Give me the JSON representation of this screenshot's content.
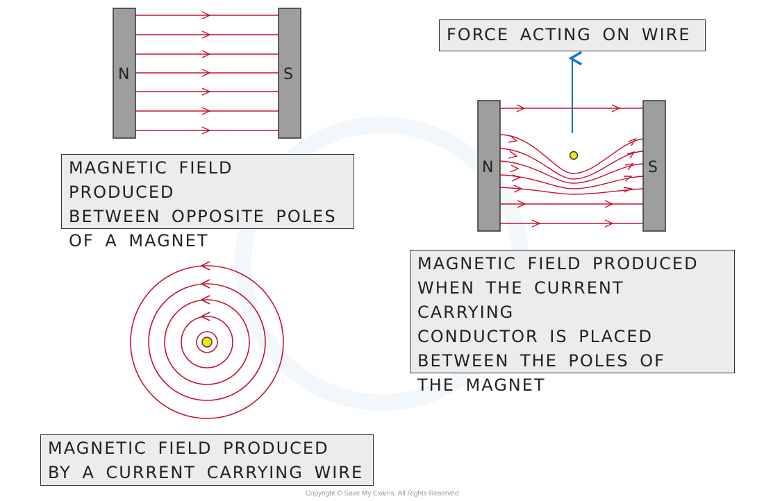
{
  "diagrams": {
    "opposite_poles": {
      "north_label": "N",
      "south_label": "S",
      "caption": "MAGNETIC FIELD PRODUCED\nBETWEEN OPPOSITE POLES\nOF A MAGNET"
    },
    "force_on_wire": {
      "north_label": "N",
      "south_label": "S",
      "force_label": "FORCE ACTING ON WIRE",
      "caption": "MAGNETIC FIELD PRODUCED\nWHEN THE CURRENT CARRYING\nCONDUCTOR IS PLACED\nBETWEEN THE POLES OF\nTHE MAGNET"
    },
    "current_wire": {
      "caption": "MAGNETIC FIELD PRODUCED\nBY A CURRENT CARRYING WIRE"
    }
  },
  "colors": {
    "field_line": "#c8102e",
    "magnet": "#9e9e9e",
    "force_arrow": "#1a73c7",
    "wire": "#f5e30c",
    "caption_bg": "#ececec"
  },
  "copyright": "Copyright © Save My Exams. All Rights Reserved"
}
